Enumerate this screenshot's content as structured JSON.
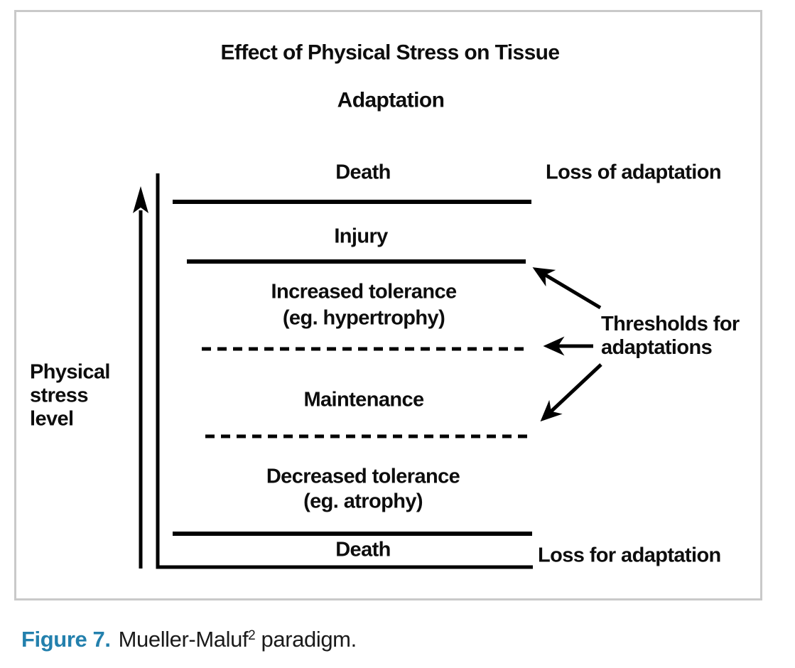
{
  "figure": {
    "title_line1": "Effect of Physical Stress on Tissue",
    "title_line2": "Adaptation",
    "y_axis_label": {
      "line1": "Physical",
      "line2": "stress",
      "line3": "level"
    },
    "zones": {
      "death_top": "Death",
      "injury": "Injury",
      "increased_tolerance": "Increased tolerance",
      "increased_tolerance_example": "(eg. hypertrophy)",
      "maintenance": "Maintenance",
      "decreased_tolerance": "Decreased tolerance",
      "decreased_tolerance_example": "(eg. atrophy)",
      "death_bottom": "Death"
    },
    "annotations": {
      "loss_of_adaptation": "Loss of adaptation",
      "loss_for_adaptation": "Loss for adaptation",
      "thresholds_line1": "Thresholds for",
      "thresholds_line2": "adaptations"
    }
  },
  "caption": {
    "label": "Figure 7.",
    "name": "Mueller-Maluf",
    "superscript": "2",
    "suffix": " paradigm."
  },
  "colors": {
    "caption_label": "#2380ad",
    "diagram_ink": "#000000",
    "frame_border": "#c9c9c9"
  }
}
